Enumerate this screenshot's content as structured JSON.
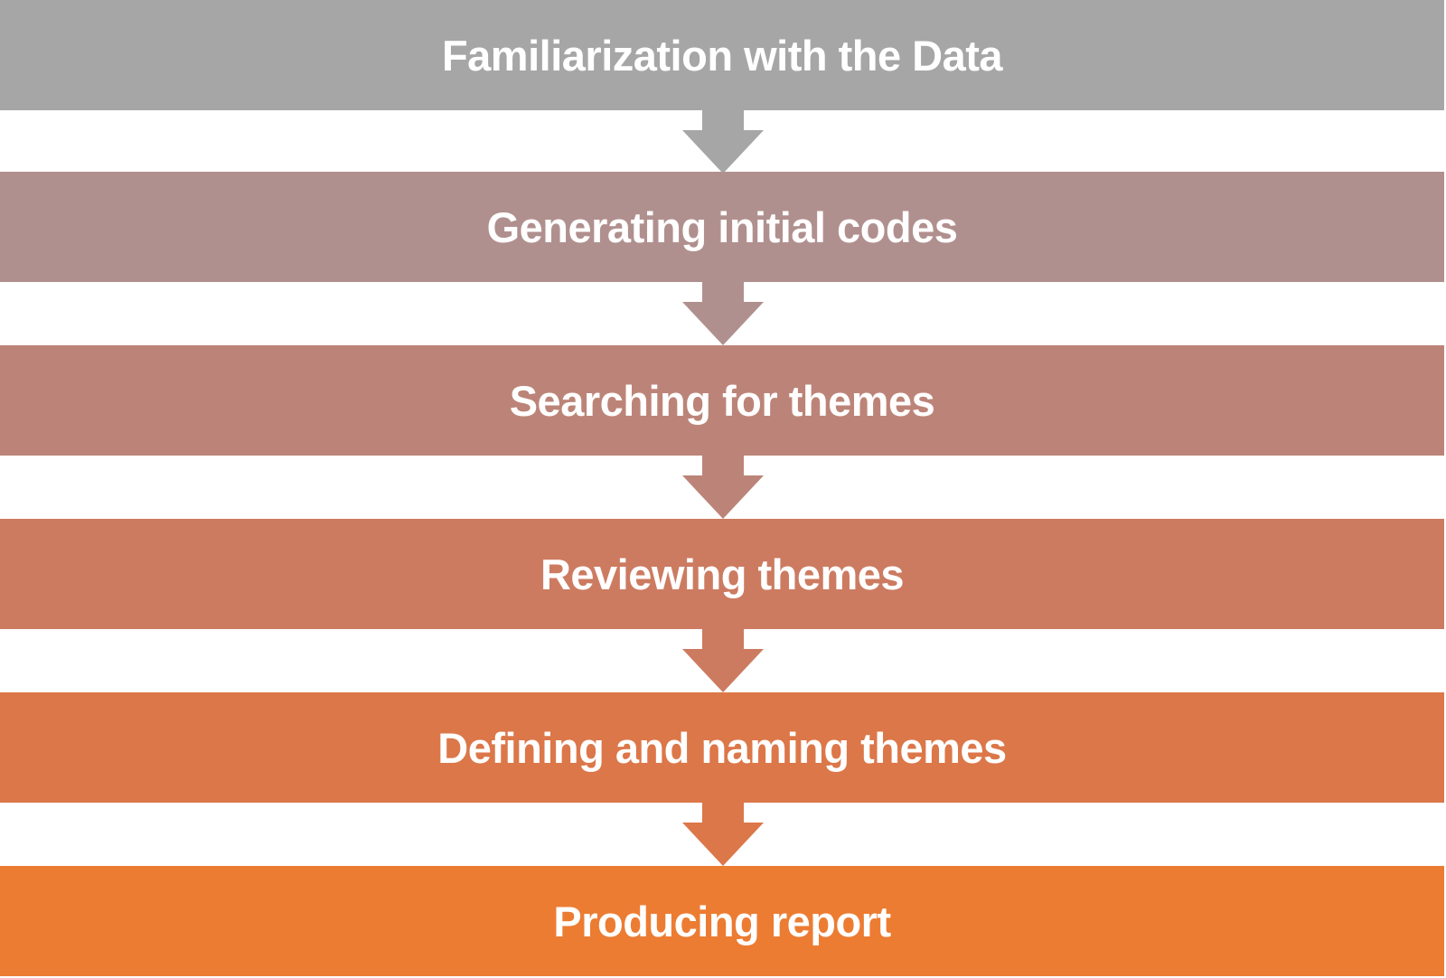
{
  "steps": [
    {
      "label": "Familiarization with the Data",
      "color": "#a6a6a6"
    },
    {
      "label": "Generating initial codes",
      "color": "#b0908e"
    },
    {
      "label": "Searching for themes",
      "color": "#bc8478"
    },
    {
      "label": "Reviewing themes",
      "color": "#cc7b61"
    },
    {
      "label": "Defining and naming themes",
      "color": "#dc7749"
    },
    {
      "label": "Producing report",
      "color": "#ec7c32"
    }
  ],
  "arrows": [
    {
      "color": "#a6a6a6"
    },
    {
      "color": "#b0908e"
    },
    {
      "color": "#bc8478"
    },
    {
      "color": "#cc7b61"
    },
    {
      "color": "#dc7749"
    }
  ]
}
